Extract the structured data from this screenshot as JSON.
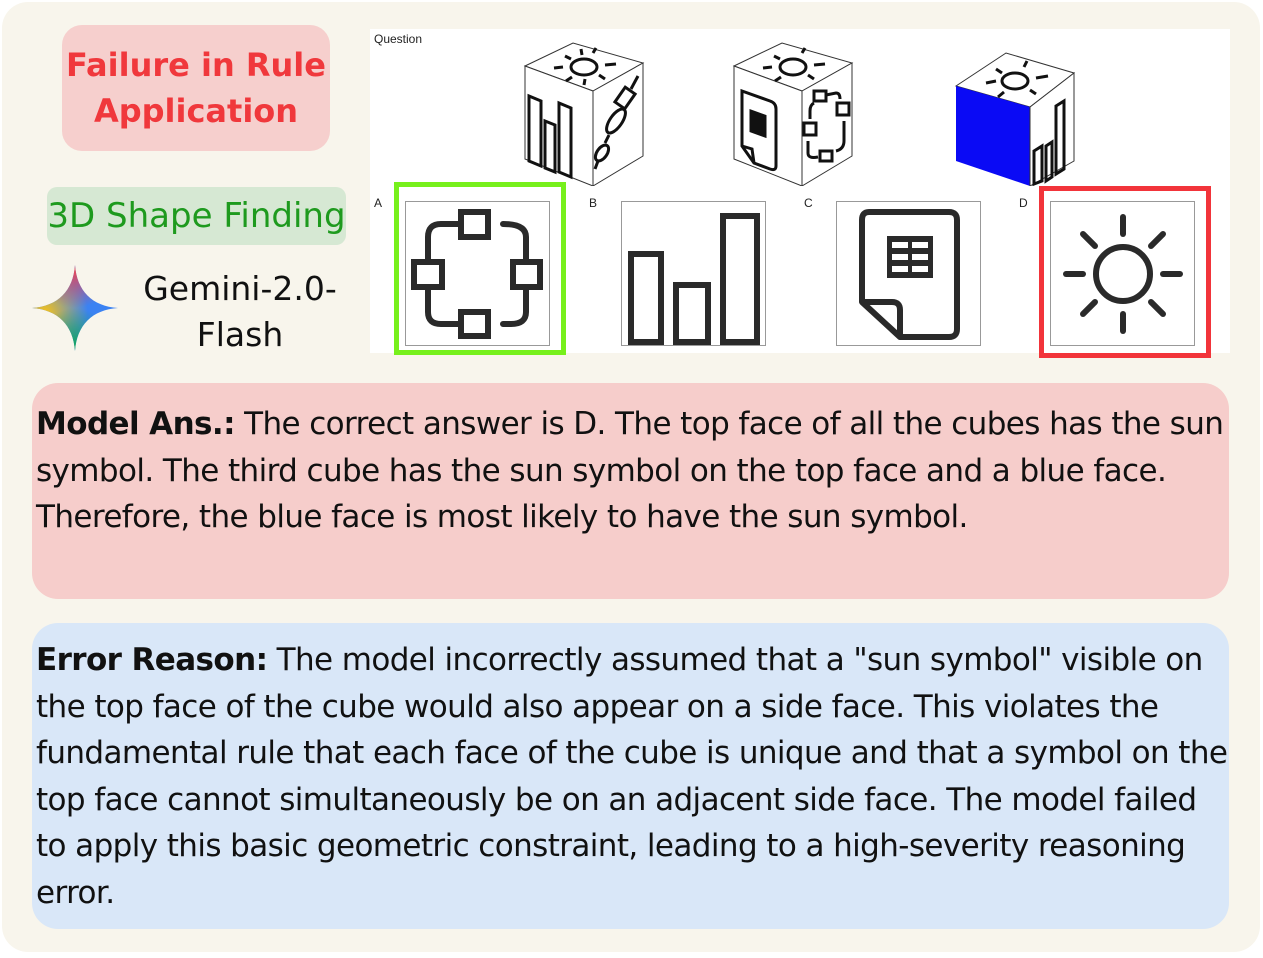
{
  "header": {
    "error_category": "Failure in Rule Application",
    "task_type": "3D Shape Finding",
    "model_name": "Gemini-2.0-Flash",
    "model_logo": "gemini-star-icon"
  },
  "question": {
    "label": "Question",
    "cubes": [
      {
        "top": "sun-icon",
        "left": "bar-chart-icon",
        "right": "usb-cable-icon"
      },
      {
        "top": "sun-icon",
        "left": "spreadsheet-doc-icon",
        "right": "network-nodes-icon"
      },
      {
        "top": "sun-icon",
        "left": "blue-face",
        "right": "bar-chart-icon"
      }
    ],
    "options": [
      {
        "letter": "A",
        "icon": "network-nodes-icon",
        "highlight": "correct"
      },
      {
        "letter": "B",
        "icon": "bar-chart-icon",
        "highlight": "none"
      },
      {
        "letter": "C",
        "icon": "spreadsheet-doc-icon",
        "highlight": "none"
      },
      {
        "letter": "D",
        "icon": "sun-icon",
        "highlight": "model-choice"
      }
    ],
    "colors": {
      "correct": "#77f01c",
      "wrong": "#f2343a",
      "blue_face": "#0a0af5"
    }
  },
  "model_answer": {
    "label": "Model Ans.:",
    "text": " The correct answer is D. The top face of all the cubes has the sun symbol. The third cube has the sun symbol on the top face and a blue face. Therefore, the blue face is most likely to have the sun symbol."
  },
  "error_reason": {
    "label": "Error Reason:",
    "text": " The model incorrectly assumed that a \"sun symbol\" visible on the top face of the cube would also appear on a side face. This violates the fundamental rule that each face of the cube is unique and that a symbol on the top face cannot simultaneously be on an adjacent side face. The model failed to apply this basic geometric constraint, leading to a high-severity reasoning error."
  }
}
